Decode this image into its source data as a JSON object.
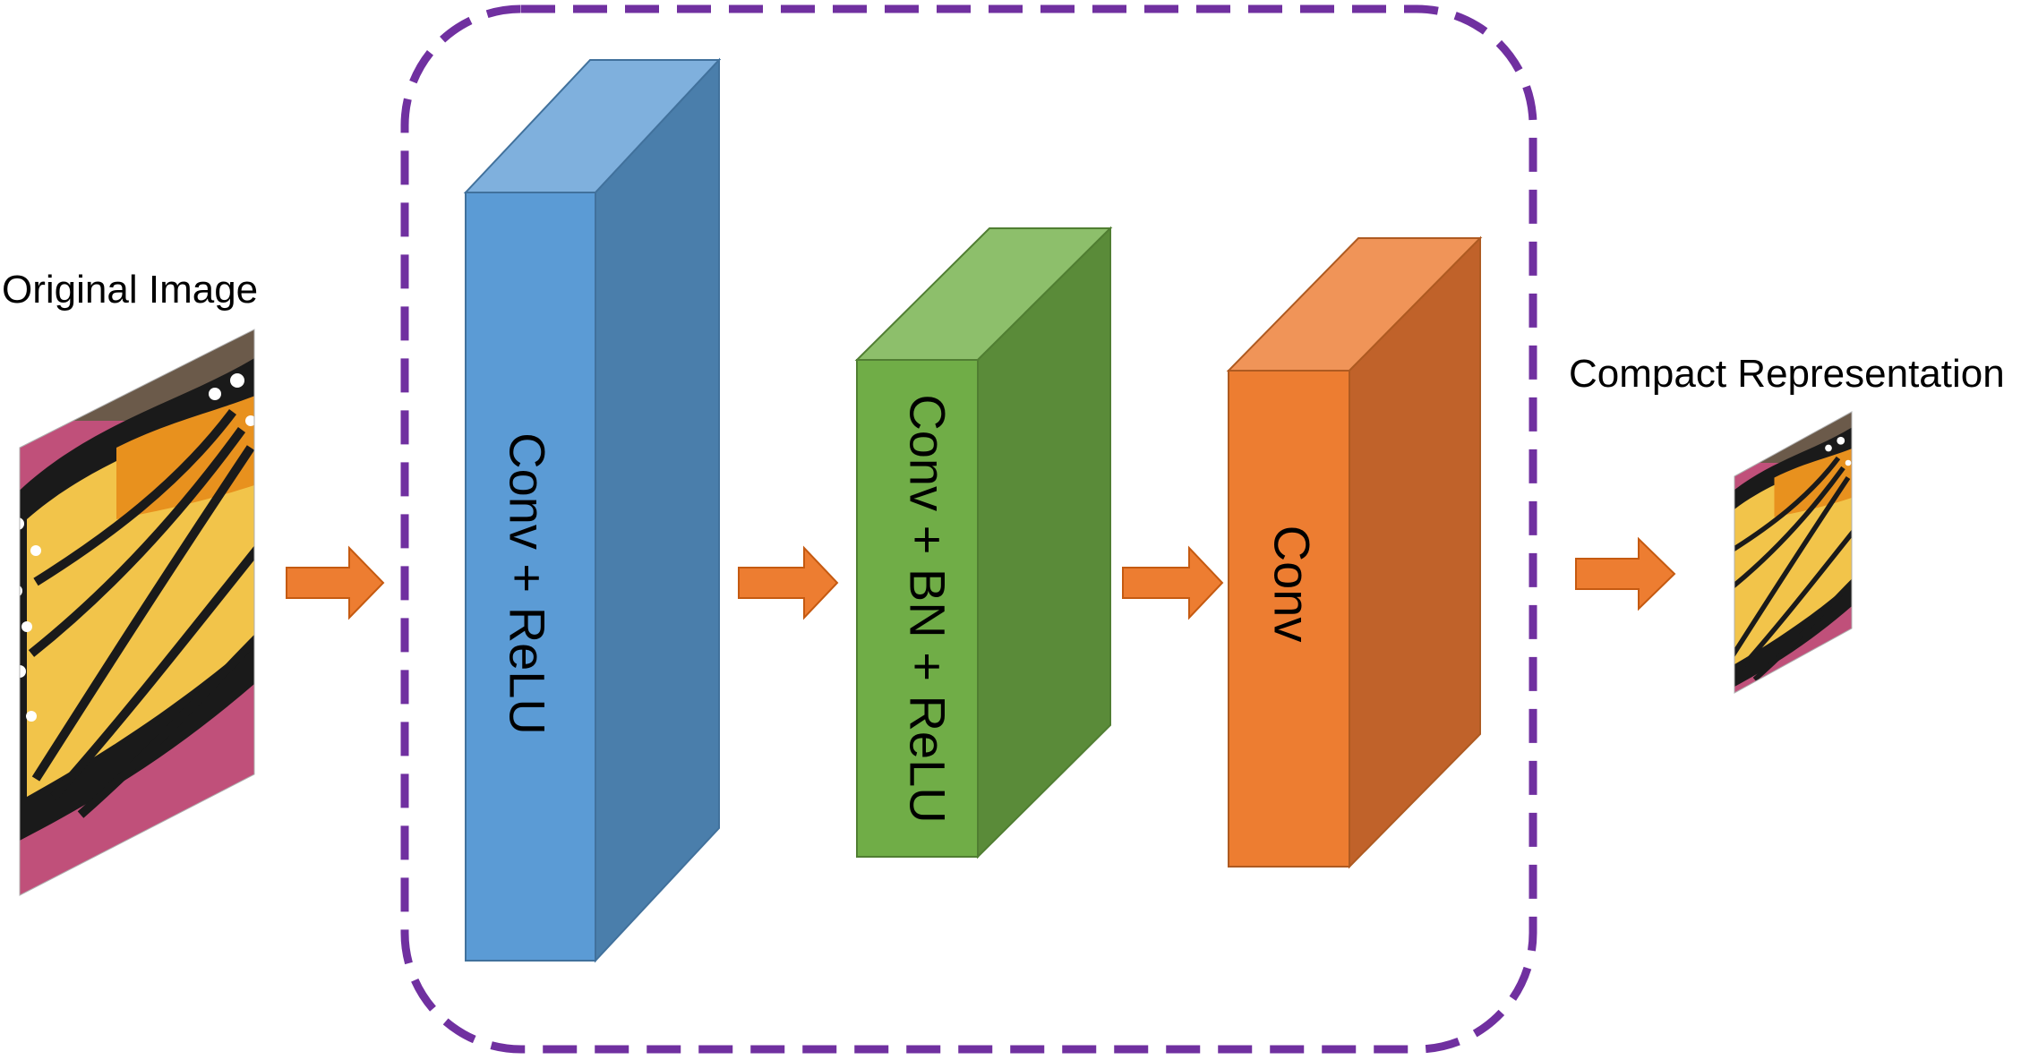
{
  "labels": {
    "input": "Original Image",
    "output": "Compact Representation"
  },
  "blocks": [
    {
      "id": "block-1",
      "text": "Conv + ReLU",
      "front": "#5b9bd5",
      "top": "#7fb0dd",
      "side": "#4a7eab"
    },
    {
      "id": "block-2",
      "text": "Conv + BN + ReLU",
      "front": "#70ad47",
      "top": "#8dbf6b",
      "side": "#5a8b39"
    },
    {
      "id": "block-3",
      "text": "Conv",
      "front": "#ed7d31",
      "top": "#f09458",
      "side": "#c0622a"
    }
  ],
  "colors": {
    "arrow": "#ed7d31",
    "frame": "#7030a0"
  }
}
